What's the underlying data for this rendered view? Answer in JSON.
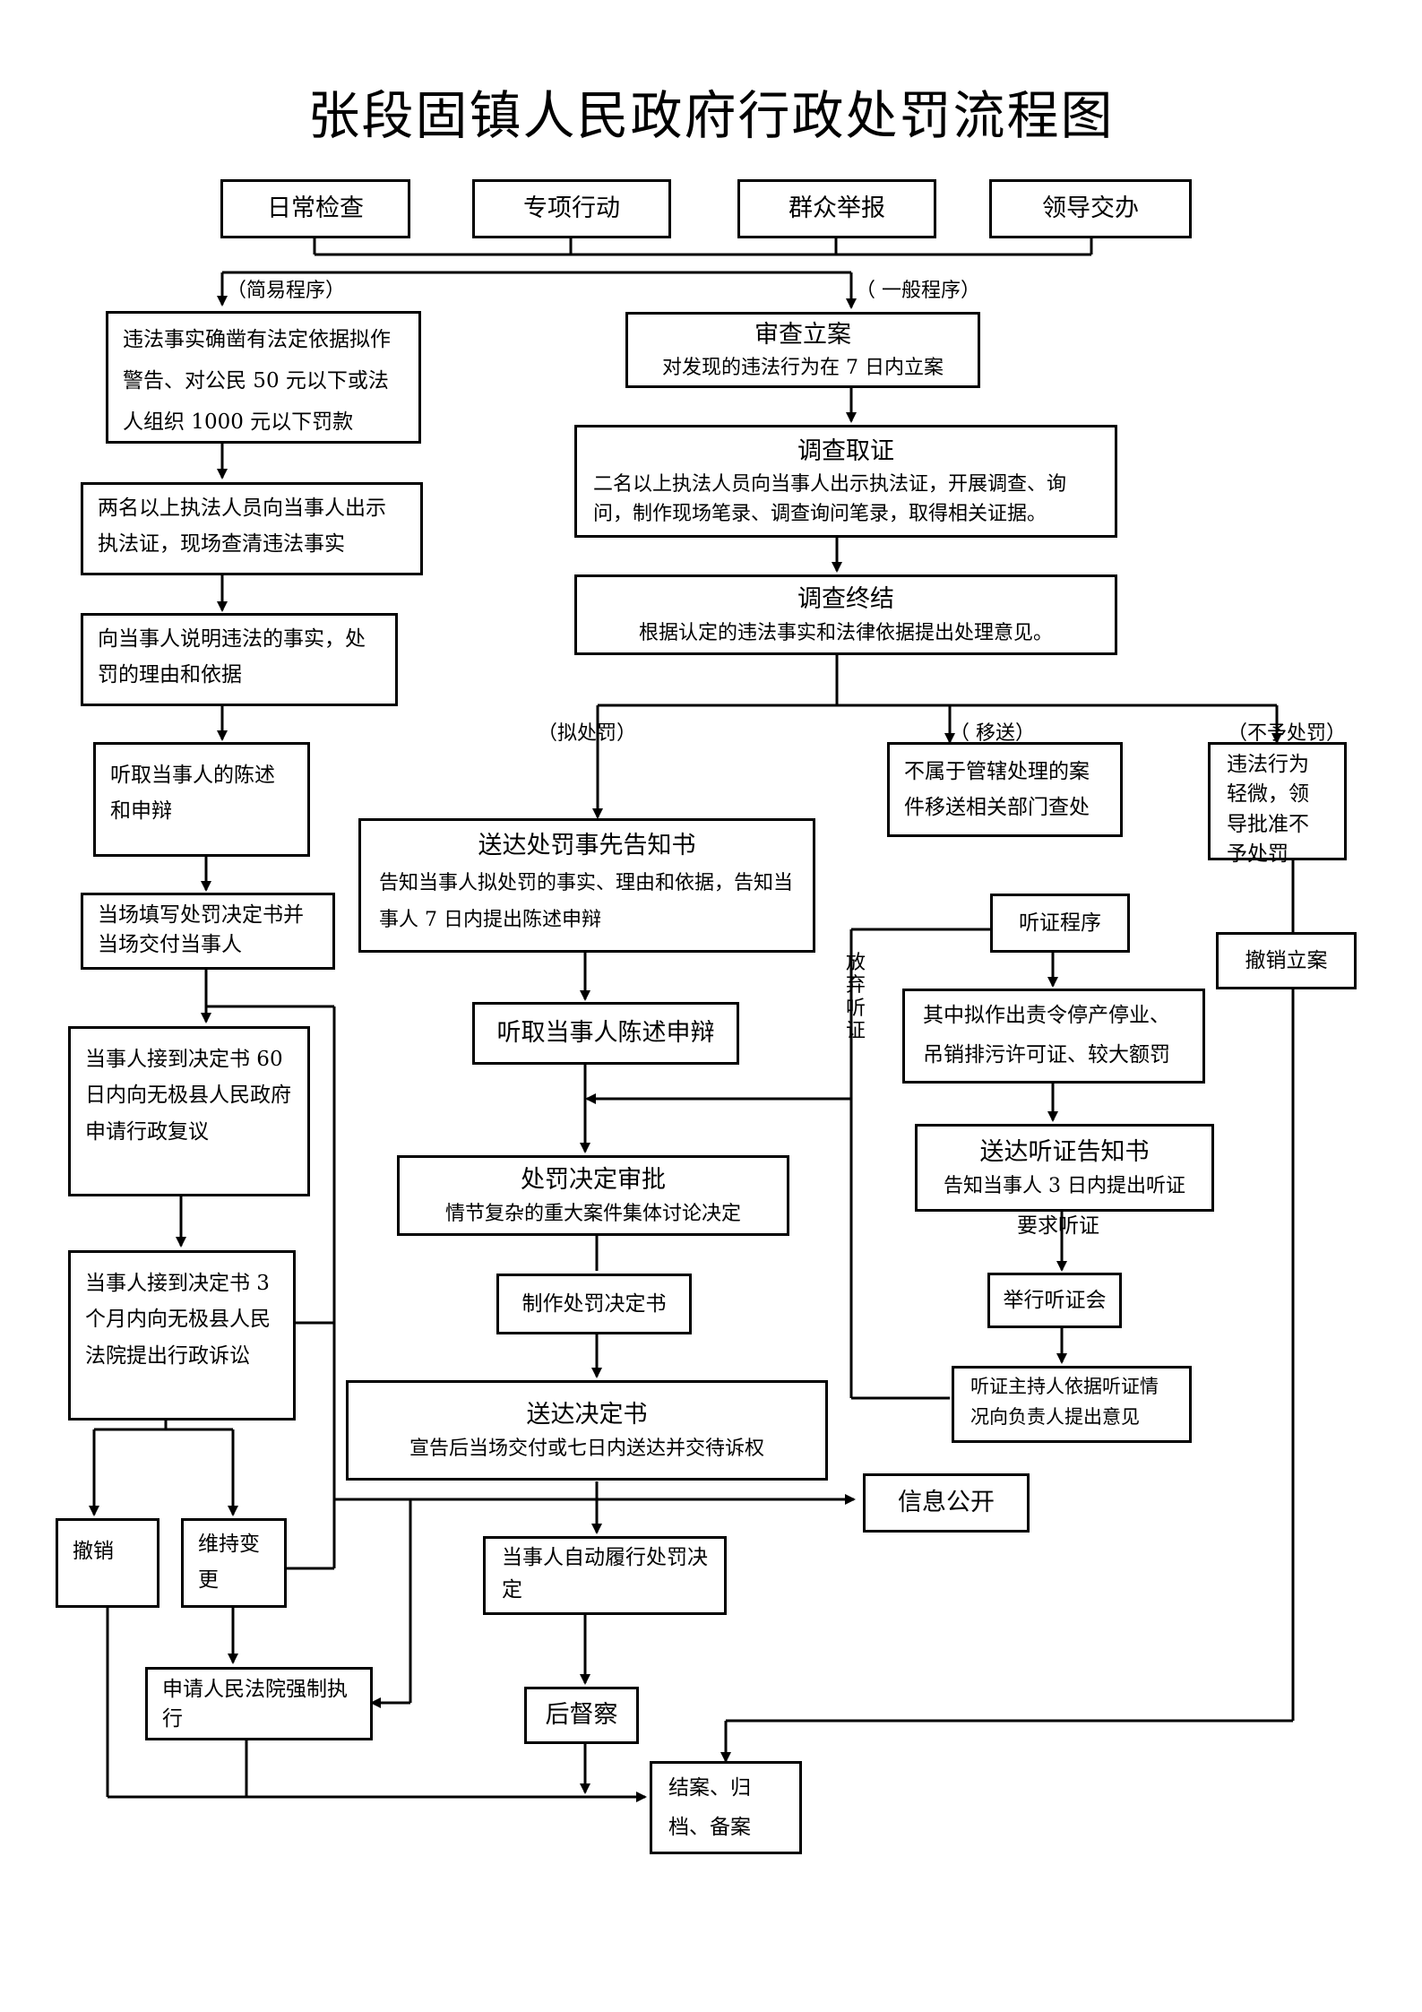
{
  "title": "张段固镇人民政府行政处罚流程图",
  "sources": [
    "日常检查",
    "专项行动",
    "群众举报",
    "领导交办"
  ],
  "labels": {
    "simple": "（简易程序）",
    "general": "（  一般程序）",
    "propose": "（拟处罚）",
    "transfer": "（  移送）",
    "no_penalty": "（不予处罚）",
    "waive_hearing": "放弃听证",
    "request_hearing": "要求听证"
  },
  "simple": {
    "b1": "违法事实确凿有法定依据拟作警告、对公民 50 元以下或法人组织 1000 元以下罚款",
    "b2": "两名以上执法人员向当事人出示执法证，现场查清违法事实",
    "b3": "向当事人说明违法的事实，处罚的理由和依据",
    "b4": "听取当事人的陈述和申辩",
    "b5": "当场填写处罚决定书并当场交付当事人",
    "b6": "当事人接到决定书 60 日内向无极县人民政府申请行政复议",
    "b7": "当事人接到决定书 3 个月内向无极县人民法院提出行政诉讼",
    "revoke": "撤销",
    "maintain": "维持变更",
    "enforce": "申请人民法院强制执行"
  },
  "general": {
    "register_title": "审查立案",
    "register_sub": "对发现的违法行为在 7 日内立案",
    "investigate_title": "调查取证",
    "investigate_sub": "二名以上执法人员向当事人出示执法证，开展调查、询问，制作现场笔录、调查询问笔录，取得相关证据。",
    "end_title": "调查终结",
    "end_sub": "根据认定的违法事实和法律依据提出处理意见。",
    "notice_title": "送达处罚事先告知书",
    "notice_sub": "告知当事人拟处罚的事实、理由和依据，告知当事人 7 日内提出陈述申辩",
    "listen": "听取当事人陈述申辩",
    "approve_title": "处罚决定审批",
    "approve_sub": "情节复杂的重大案件集体讨论决定",
    "make": "制作处罚决定书",
    "deliver_title": "送达决定书",
    "deliver_sub": "宣告后当场交付或七日内送达并交待诉权",
    "disclose": "信息公开",
    "comply": "当事人自动履行处罚决定",
    "supervise": "后督察",
    "close": "结案、归档、备案"
  },
  "transfer_box": "不属于管辖处理的案件移送相关部门查处",
  "no_penalty_box": "违法行为轻微，领导批准不予处罚",
  "cancel_case": "撤销立案",
  "hearing": {
    "program": "听证程序",
    "scope": "其中拟作出责令停产停业、吊销排污许可证、较大额罚",
    "notice_title": "送达听证告知书",
    "notice_sub": "告知当事人 3 日内提出听证",
    "hold": "举行听证会",
    "report": "听证主持人依据听证情况向负责人提出意见"
  }
}
